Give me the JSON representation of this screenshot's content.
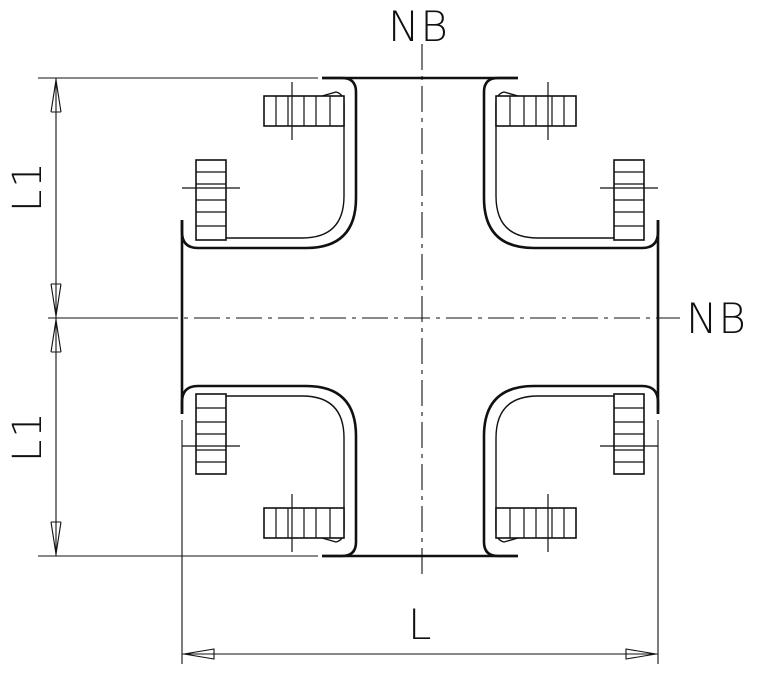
{
  "labels": {
    "nominal_bore_top": "NB",
    "nominal_bore_right": "NB",
    "length_overall": "L",
    "length_branch_upper": "L1",
    "length_branch_lower": "L1"
  },
  "colors": {
    "line": "#111111",
    "background": "#ffffff"
  }
}
